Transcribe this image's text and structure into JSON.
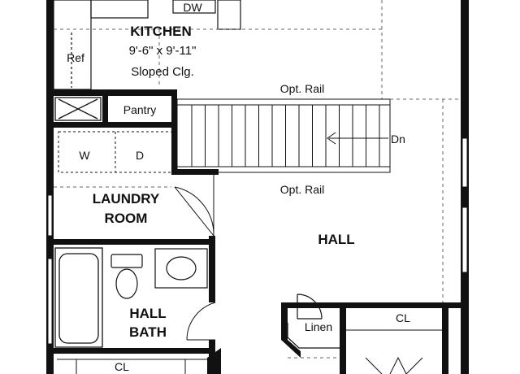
{
  "rooms": {
    "kitchen": {
      "name": "KITCHEN",
      "size": "9'-6\" x 9'-11\"",
      "note": "Sloped Clg."
    },
    "laundry": {
      "line1": "LAUNDRY",
      "line2": "ROOM"
    },
    "hall": {
      "name": "HALL"
    },
    "hall_bath": {
      "line1": "HALL",
      "line2": "BATH"
    }
  },
  "fixtures": {
    "dishwasher": "DW",
    "refrigerator": "Ref",
    "pantry": "Pantry",
    "washer": "W",
    "dryer": "D",
    "linen": "Linen",
    "closet_right": "CL",
    "closet_bottom": "CL"
  },
  "stairs": {
    "rail_top": "Opt. Rail",
    "rail_bottom": "Opt. Rail",
    "direction": "Dn"
  }
}
